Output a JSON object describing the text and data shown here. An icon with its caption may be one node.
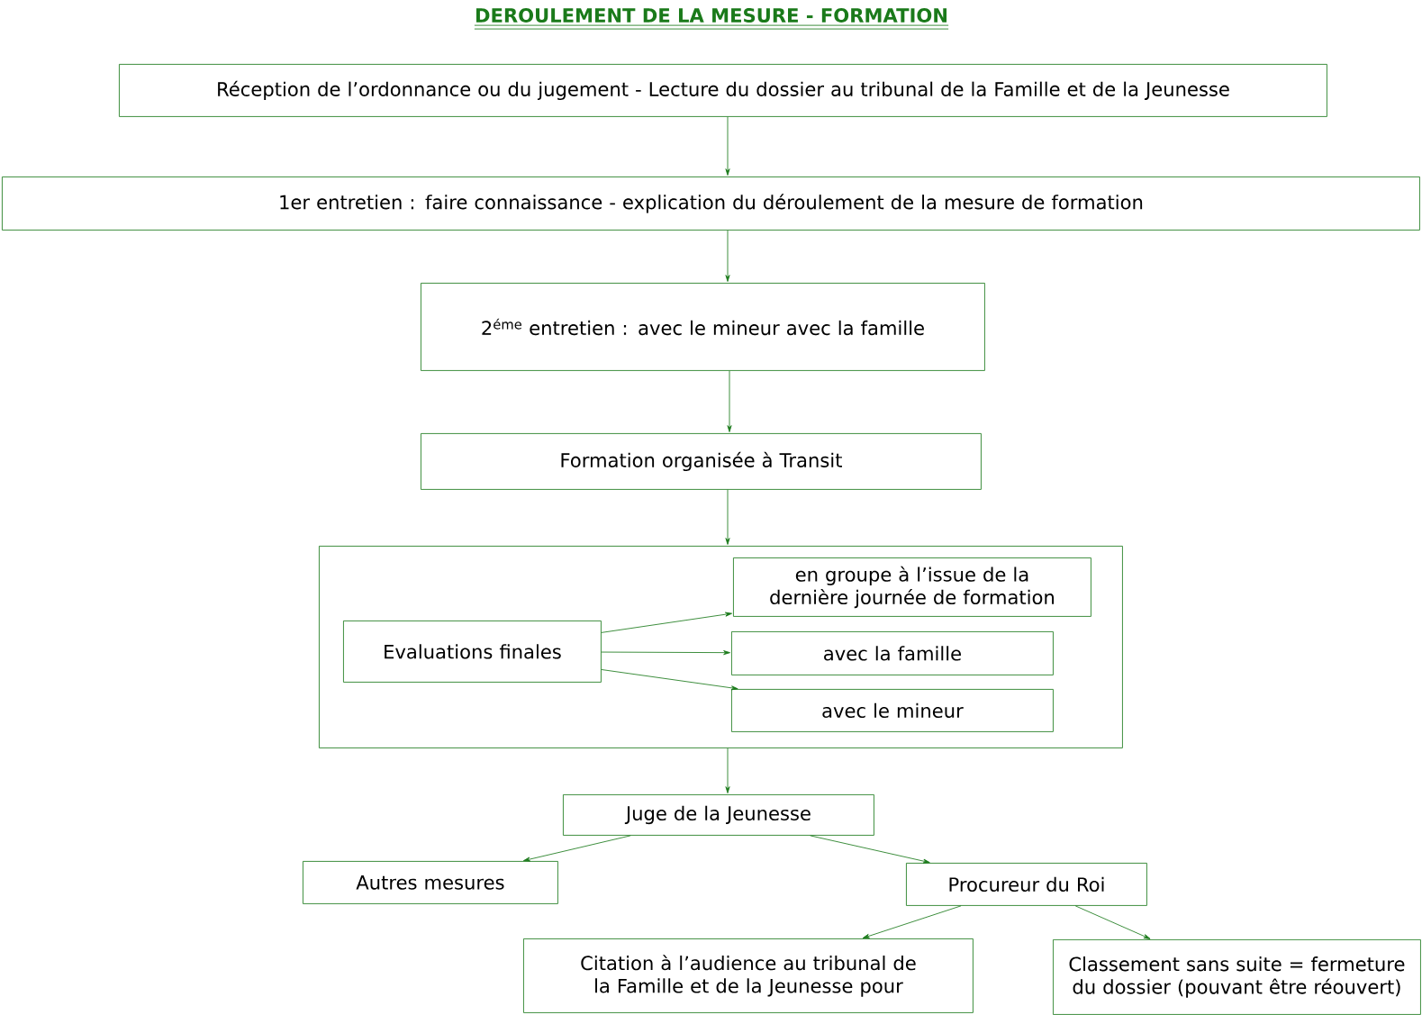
{
  "diagram": {
    "title": "DEROULEMENT DE LA MESURE -  FORMATION",
    "nodes": [
      {
        "text": [
          "Réception de l’ordonnance ou du jugement - Lecture du dossier au tribunal de la Famille et de la Jeunesse"
        ]
      },
      {
        "text": [
          "1er entretien : faire connaissance - explication du déroulement de la mesure de formation"
        ]
      },
      {
        "text": [
          "2$^{éme}$ entretien : avec le mineur avec la famille"
        ]
      },
      {
        "text": [
          "Formation organisée à Transit"
        ]
      },
      {
        "text": [],
        "shape": "box"
      },
      {
        "text": [
          "Evaluations finales"
        ],
        "in": 4
      },
      {
        "text": [
          "en groupe à l’issue de la dernière journée de formation"
        ],
        "in": 4
      },
      {
        "text": [
          "avec la famille"
        ],
        "in": 4
      },
      {
        "text": [
          "avec  le mineur"
        ],
        "in": 4
      },
      {
        "text": [
          "Juge de la Jeunesse"
        ]
      },
      {
        "text": [
          "Autres mesures"
        ]
      },
      {
        "text": [
          "Procureur du Roi"
        ]
      },
      {
        "text": [
          "Citation à l’audience au tribunal de la Famille et de la Jeunesse pour"
        ]
      },
      {
        "text": [
          "Classement sans suite = fermeture du dossier (pouvant être réouvert)"
        ]
      }
    ],
    "edges": [
      {
        "from": 0,
        "to": 1,
        "arrow": "to"
      },
      {
        "from": 1,
        "to": 2,
        "arrow": "to"
      },
      {
        "from": 2,
        "to": 3,
        "arrow": "to"
      },
      {
        "from": 3,
        "to": 4,
        "arrow": "to"
      },
      {
        "from": 5,
        "to": 6,
        "arrow": "to"
      },
      {
        "from": 5,
        "to": 7,
        "arrow": "to"
      },
      {
        "from": 5,
        "to": 8,
        "arrow": "to"
      },
      {
        "from": 4,
        "to": 9,
        "arrow": "to"
      },
      {
        "from": 9,
        "to": 10,
        "arrow": "to"
      },
      {
        "from": 9,
        "to": 11,
        "arrow": "to"
      },
      {
        "from": 11,
        "to": 12,
        "arrow": "to"
      },
      {
        "from": 11,
        "to": 13,
        "arrow": "to"
      }
    ]
  }
}
